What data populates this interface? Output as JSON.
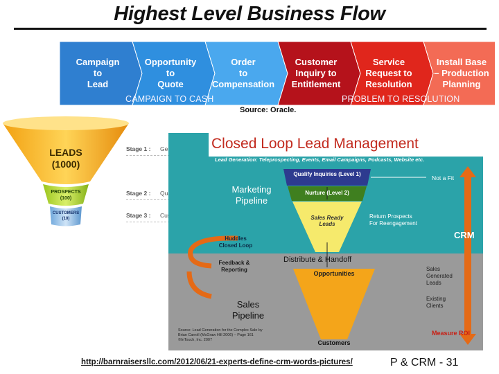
{
  "title": "Highest Level Business Flow",
  "flow": {
    "steps": [
      {
        "label": "Campaign\nto\nLead",
        "color": "#2f7fd0"
      },
      {
        "label": "Opportunity\nto\nQuote",
        "color": "#2f8fdf"
      },
      {
        "label": "Order\nto\nCompensation",
        "color": "#4aa8ee"
      },
      {
        "label": "Customer\nInquiry to\nEntitlement",
        "color": "#b5121b"
      },
      {
        "label": "Service\nRequest to\nResolution",
        "color": "#e0261c"
      },
      {
        "label": "Install Base\n– Production\nPlanning",
        "color": "#f36b55"
      }
    ],
    "left_caption": "CAMPAIGN TO CASH",
    "right_caption": "PROBLEM TO RESOLUTION"
  },
  "source": "Source: Oracle.",
  "funnel": {
    "leads_label": "LEADS",
    "leads_count": "(1000)",
    "prospects_label": "PROSPECTS",
    "prospects_count": "(100)",
    "customers_label": "CUSTOMERS",
    "customers_count": "(10)",
    "stages": [
      {
        "label": "Stage 1 :",
        "value": "Generate / Assign"
      },
      {
        "label": "Stage 2 :",
        "value": "Qualify / Convert"
      },
      {
        "label": "Stage 3 :",
        "value": "Customer"
      }
    ]
  },
  "clm": {
    "title": "Closed Loop Lead Management",
    "subtitle": "Lead Generation: Teleprospecting, Events, Email Campaigns, Podcasts, Website etc.",
    "qualify": "Qualify Inquiries (Level 1)",
    "nurture": "Nurture (Level 2)",
    "sales_ready": "Sales Ready\nLeads",
    "not_a_fit": "Not a Fit",
    "return_prospects": "Return Prospects\nFor Reengagement",
    "marketing_pipeline": "Marketing\nPipeline",
    "huddles": "Huddles\nClosed Loop",
    "feedback": "Feedback &\nReporting",
    "distribute": "Distribute & Handoff",
    "opportunities": "Opportunities",
    "sales_pipeline": "Sales\nPipeline",
    "sales_generated": "Sales\nGenerated\nLeads",
    "existing_clients": "Existing\nClients",
    "customers": "Customers",
    "crm": "CRM",
    "measure_roi": "Measure ROI",
    "citation": "Source: Lead Generation for the Complex Sale by\nBrian Carroll (McGraw Hill 2006) – Page 161\n©InTouch, Inc. 2007"
  },
  "footer": {
    "link": "http://barnraisersllc.com/2012/06/21-experts-define-crm-words-pictures/",
    "slide_num": "P & CRM - 31"
  }
}
